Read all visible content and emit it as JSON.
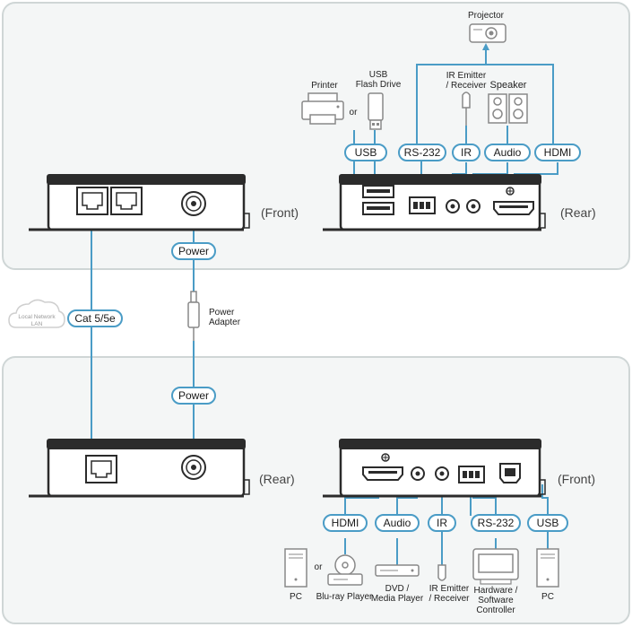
{
  "colors": {
    "cable": "#4a9cc6",
    "device": "#2b2b2b",
    "panel_bg": "#f4f6f6",
    "panel_border": "#cfd6d6"
  },
  "top_left_unit": {
    "side_label": "(Front)",
    "power_label": "Power"
  },
  "top_right_unit": {
    "side_label": "(Rear)",
    "ports": [
      "USB",
      "RS-232",
      "IR",
      "Audio",
      "HDMI"
    ]
  },
  "top_devices": {
    "projector": "Projector",
    "printer": "Printer",
    "usb_flash_line1": "USB",
    "usb_flash_line2": "Flash Drive",
    "or": "or",
    "ir_line1": "IR Emitter",
    "ir_line2": "/ Receiver",
    "speaker": "Speaker"
  },
  "middle": {
    "cable_label": "Cat 5/5e",
    "lan_line1": "Local Network",
    "lan_line2": "LAN",
    "adapter_line1": "Power",
    "adapter_line2": "Adapter"
  },
  "bottom_left_unit": {
    "side_label": "(Rear)",
    "power_label": "Power"
  },
  "bottom_right_unit": {
    "side_label": "(Front)",
    "ports": [
      "HDMI",
      "Audio",
      "IR",
      "RS-232",
      "USB"
    ]
  },
  "bottom_devices": {
    "pc_left": "PC",
    "or": "or",
    "bluray": "Blu-ray Player",
    "dvd_line1": "DVD /",
    "dvd_line2": "Media Player",
    "ir_line1": "IR Emitter",
    "ir_line2": "/ Receiver",
    "ctrl_line1": "Hardware /",
    "ctrl_line2": "Software",
    "ctrl_line3": "Controller",
    "pc_right": "PC"
  }
}
